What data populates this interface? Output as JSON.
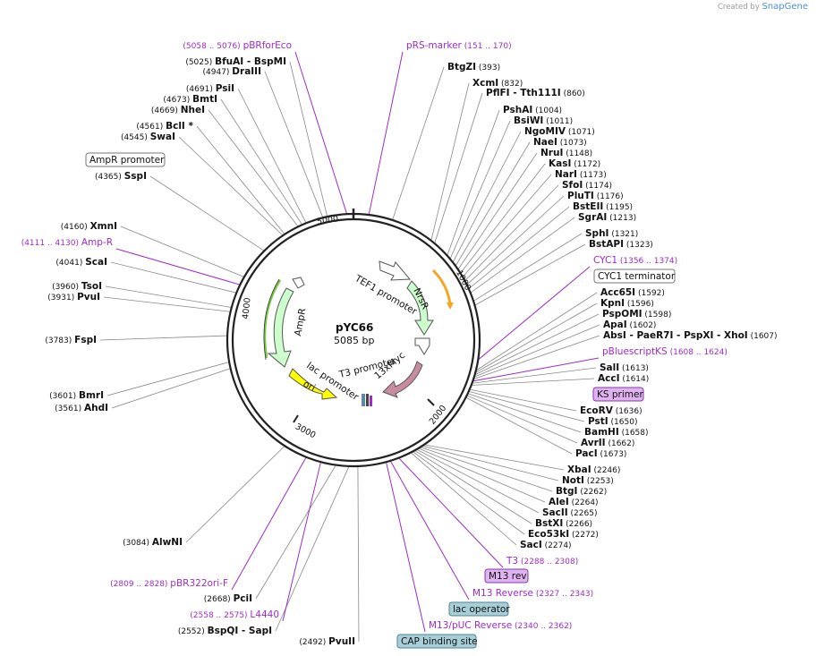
{
  "watermark": {
    "prefix": "Created by",
    "brand": "SnapGene"
  },
  "plasmid": {
    "name": "pYC66",
    "size": "5085 bp"
  },
  "ticks": [
    "1000",
    "2000",
    "3000",
    "4000",
    "5000"
  ],
  "features": {
    "tef1": "TEF1 promoter",
    "nrsr": "NrsR",
    "ampr": "AmpR",
    "ori": "ori",
    "lac": "lac promoter",
    "t3": "T3 promoter",
    "myc": "13xMyc"
  },
  "enzymes": [
    {
      "name": "BfuAI",
      "pos": "(5025)",
      "extra": "- BspMI"
    },
    {
      "name": "DraIII",
      "pos": "(4947)"
    },
    {
      "name": "PsiI",
      "pos": "(4691)"
    },
    {
      "name": "BmtI",
      "pos": "(4673)"
    },
    {
      "name": "NheI",
      "pos": "(4669)"
    },
    {
      "name": "BclI *",
      "pos": "(4561)"
    },
    {
      "name": "SwaI",
      "pos": "(4545)"
    },
    {
      "name": "SspI",
      "pos": "(4365)"
    },
    {
      "name": "XmnI",
      "pos": "(4160)"
    },
    {
      "name": "ScaI",
      "pos": "(4041)"
    },
    {
      "name": "TsoI",
      "pos": "(3960)"
    },
    {
      "name": "PvuI",
      "pos": "(3931)"
    },
    {
      "name": "FspI",
      "pos": "(3783)"
    },
    {
      "name": "BmrI",
      "pos": "(3601)"
    },
    {
      "name": "AhdI",
      "pos": "(3561)"
    },
    {
      "name": "AlwNI",
      "pos": "(3084)"
    },
    {
      "name": "PciI",
      "pos": "(2668)"
    },
    {
      "name": "BspQI",
      "pos": "(2552)",
      "extra": "- SapI"
    },
    {
      "name": "PvuII",
      "pos": "(2492)"
    },
    {
      "name": "BtgZI",
      "pos": "(393)"
    },
    {
      "name": "XcmI",
      "pos": "(832)"
    },
    {
      "name": "PflFI",
      "pos": "(860)",
      "extra": "- Tth111I"
    },
    {
      "name": "PshAI",
      "pos": "(1004)"
    },
    {
      "name": "BsiWI",
      "pos": "(1011)"
    },
    {
      "name": "NgoMIV",
      "pos": "(1071)"
    },
    {
      "name": "NaeI",
      "pos": "(1073)"
    },
    {
      "name": "NruI",
      "pos": "(1148)"
    },
    {
      "name": "KasI",
      "pos": "(1172)"
    },
    {
      "name": "NarI",
      "pos": "(1173)"
    },
    {
      "name": "SfoI",
      "pos": "(1174)"
    },
    {
      "name": "PluTI",
      "pos": "(1176)"
    },
    {
      "name": "BstEII",
      "pos": "(1195)"
    },
    {
      "name": "SgrAI",
      "pos": "(1213)"
    },
    {
      "name": "SphI",
      "pos": "(1321)"
    },
    {
      "name": "BstAPI",
      "pos": "(1323)"
    },
    {
      "name": "Acc65I",
      "pos": "(1592)"
    },
    {
      "name": "KpnI",
      "pos": "(1596)"
    },
    {
      "name": "PspOMI",
      "pos": "(1598)"
    },
    {
      "name": "ApaI",
      "pos": "(1602)"
    },
    {
      "name": "AbsI",
      "pos": "(1607)",
      "extra": "- PaeR7I - PspXI - XhoI"
    },
    {
      "name": "SalI",
      "pos": "(1613)"
    },
    {
      "name": "AccI",
      "pos": "(1614)"
    },
    {
      "name": "EcoRV",
      "pos": "(1636)"
    },
    {
      "name": "PstI",
      "pos": "(1650)"
    },
    {
      "name": "BamHI",
      "pos": "(1658)"
    },
    {
      "name": "AvrII",
      "pos": "(1662)"
    },
    {
      "name": "PacI",
      "pos": "(1673)"
    },
    {
      "name": "XbaI",
      "pos": "(2246)"
    },
    {
      "name": "NotI",
      "pos": "(2253)"
    },
    {
      "name": "BtgI",
      "pos": "(2262)"
    },
    {
      "name": "AleI",
      "pos": "(2264)"
    },
    {
      "name": "SacII",
      "pos": "(2265)"
    },
    {
      "name": "BstXI",
      "pos": "(2266)"
    },
    {
      "name": "Eco53kI",
      "pos": "(2272)"
    },
    {
      "name": "SacI",
      "pos": "(2274)"
    }
  ],
  "primers": [
    {
      "name": "pBRforEco",
      "range": "(5058 .. 5076)"
    },
    {
      "name": "pRS-marker",
      "range": "(151 .. 170)"
    },
    {
      "name": "Amp-R",
      "range": "(4111 .. 4130)"
    },
    {
      "name": "CYC1",
      "range": "(1356 .. 1374)"
    },
    {
      "name": "pBluescriptKS",
      "range": "(1608 .. 1624)"
    },
    {
      "name": "T3",
      "range": "(2288 .. 2308)"
    },
    {
      "name": "M13 Reverse",
      "range": "(2327 .. 2343)"
    },
    {
      "name": "M13/pUC Reverse",
      "range": "(2340 .. 2362)"
    },
    {
      "name": "L4440",
      "range": "(2558 .. 2575)"
    },
    {
      "name": "pBR322ori-F",
      "range": "(2809 .. 2828)"
    }
  ],
  "boxed": {
    "amprPromoter": "AmpR promoter",
    "cyc1Term": "CYC1 terminator",
    "ksPrimer": "KS primer",
    "m13rev": "M13 rev",
    "lacOperator": "lac operator",
    "capSite": "CAP binding site"
  },
  "colors": {
    "backbone": "#222222",
    "primer": "#9b2cc9",
    "ampr": "#ccffcc",
    "nrsr": "#ccffcc",
    "ori": "#ffff00",
    "myc": "#c88ca0",
    "orange": "#f5a623"
  }
}
